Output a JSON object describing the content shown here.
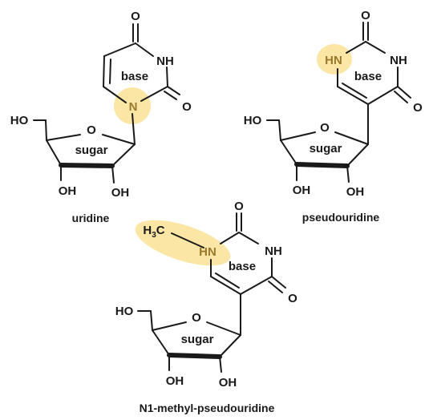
{
  "colors": {
    "highlight": "#fbe6a6",
    "highlight_text": "#9a7a2a",
    "ink": "#1a1a1a"
  },
  "molecules": [
    {
      "name": "uridine",
      "highlighted_atom": "N",
      "atoms": {
        "o_top": "O",
        "nh": "NH",
        "n1": "N",
        "o_right": "O",
        "ring_o": "O",
        "ho": "HO",
        "oh_left": "OH",
        "oh_right": "OH"
      },
      "base_label": "base",
      "sugar_label": "sugar"
    },
    {
      "name": "pseudouridine",
      "highlighted_atom": "HN",
      "atoms": {
        "o_top": "O",
        "nh": "NH",
        "hn": "HN",
        "o_right": "O",
        "ring_o": "O",
        "ho": "HO",
        "oh_left": "OH",
        "oh_right": "OH"
      },
      "base_label": "base",
      "sugar_label": "sugar"
    },
    {
      "name": "N1-methyl-pseudouridine",
      "highlighted_atom": "HN",
      "atoms": {
        "methyl_h": "H",
        "methyl_3": "3",
        "methyl_c": "C",
        "o_top": "O",
        "nh": "NH",
        "hn": "HN",
        "o_right": "O",
        "ring_o": "O",
        "ho": "HO",
        "oh_left": "OH",
        "oh_right": "OH"
      },
      "base_label": "base",
      "sugar_label": "sugar"
    }
  ]
}
